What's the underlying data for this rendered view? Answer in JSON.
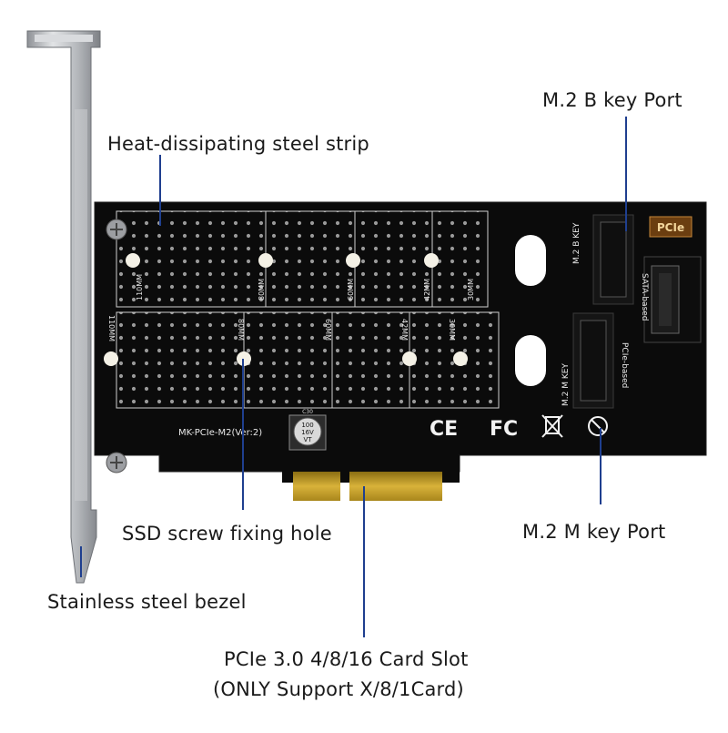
{
  "callouts": {
    "heat_strip": "Heat-dissipating steel strip",
    "b_key_port": "M.2 B key Port",
    "m_key_port": "M.2 M key Port",
    "screw_hole": "SSD screw fixing hole",
    "bezel": "Stainless steel bezel",
    "card_slot_line1": "PCIe 3.0 4/8/16 Card Slot",
    "card_slot_line2": "(ONLY Support X/8/1Card)"
  },
  "board": {
    "model_text": "MK-PCIe-M2(Ver:2)",
    "pcie_badge": "PCIe",
    "b_key_label": "M.2 B KEY",
    "b_key_type": "SATA-based",
    "m_key_label": "M.2 M KEY",
    "m_key_type": "PCIe-based",
    "upper_lengths": [
      "110MM",
      "80MM",
      "60MM",
      "42MM",
      "30MM"
    ],
    "lower_lengths": [
      "110MM",
      "80MM",
      "60MM",
      "42MM",
      "30MM"
    ],
    "capacitor_lines": [
      "100",
      "16V",
      "VT"
    ],
    "capacitor_ref": "C30",
    "cert_marks": [
      "CE",
      "FC"
    ]
  },
  "colors": {
    "pcb": "#0b0b0b",
    "gold_fingers": "#c9a227",
    "bezel_steel": "#b9bcc0",
    "leader_line": "#1f3f8f"
  }
}
